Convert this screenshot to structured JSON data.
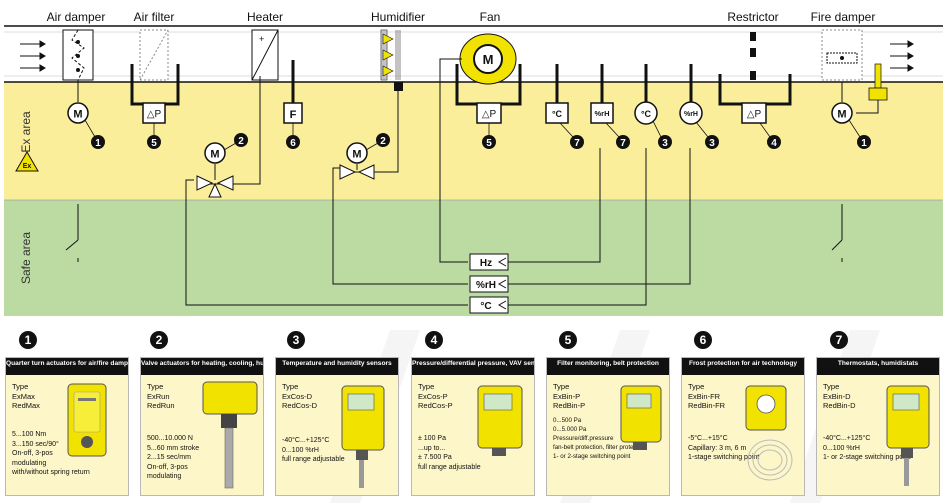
{
  "components": {
    "air_damper": "Air damper",
    "air_filter": "Air filter",
    "heater": "Heater",
    "humidifier": "Humidifier",
    "fan": "Fan",
    "restrictor": "Restrictor",
    "fire_damper": "Fire damper"
  },
  "zones": {
    "ex_area": "Ex area",
    "safe_area": "Safe area",
    "ex_symbol": "Ex"
  },
  "symbols": {
    "motor": "M",
    "diff_pressure": "△P",
    "frost": "F",
    "temp": "°C",
    "humidity": "%rH",
    "temp_round": "°C",
    "humidity_round": "%rH",
    "hz": "Hz",
    "plus": "+"
  },
  "badges": {
    "b1": "1",
    "b2": "2",
    "b3": "3",
    "b4": "4",
    "b5": "5",
    "b6": "6",
    "b7": "7"
  },
  "cards": [
    {
      "number": "1",
      "title": "Quarter turn actuators for air/fire dampers",
      "type_label": "Type",
      "types": [
        "ExMax",
        "RedMax"
      ],
      "specs": [
        "5...100 Nm",
        "3...150 sec/90°",
        "On-off, 3-pos",
        "modulating",
        "with/without spring return"
      ]
    },
    {
      "number": "2",
      "title": "Valve actuators for heating, cooling, humidif.",
      "type_label": "Type",
      "types": [
        "ExRun",
        "RedRun"
      ],
      "specs": [
        "500...10.000 N",
        "5...60 mm stroke",
        "2...15 sec/mm",
        "On-off, 3-pos",
        "modulating"
      ]
    },
    {
      "number": "3",
      "title": "Temperature and humidity sensors",
      "type_label": "Type",
      "types": [
        "ExCos-D",
        "RedCos-D"
      ],
      "specs": [
        "-40°C...+125°C",
        "0...100 %rH",
        "full range adjustable"
      ]
    },
    {
      "number": "4",
      "title": "Pressure/differential pressure, VAV sensors",
      "type_label": "Type",
      "types": [
        "ExCos-P",
        "RedCos-P"
      ],
      "specs": [
        "± 100 Pa",
        "...up to...",
        "± 7.500 Pa",
        "full range adjustable"
      ]
    },
    {
      "number": "5",
      "title": "Filter monitoring, belt protection",
      "type_label": "Type",
      "types": [
        "ExBin-P",
        "RedBin-P"
      ],
      "specs": [
        "0...500 Pa",
        "0...5.000 Pa",
        "Pressure/diff.pressure",
        "fan-belt protection, filter protection",
        "1- or 2-stage switching point"
      ]
    },
    {
      "number": "6",
      "title": "Frost protection for air technology",
      "type_label": "Type",
      "types": [
        "ExBin-FR",
        "RedBin-FR"
      ],
      "specs": [
        "-5°C...+15°C",
        "Capillary: 3 m, 6 m",
        "1-stage switching point"
      ]
    },
    {
      "number": "7",
      "title": "Thermostats, humidistats",
      "type_label": "Type",
      "types": [
        "ExBin-D",
        "RedBin-D"
      ],
      "specs": [
        "-40°C...+125°C",
        "0...100 %rH",
        "1- or 2-stage switching point"
      ]
    }
  ],
  "colors": {
    "ex_area": "#fbee9b",
    "safe_area": "#bcdba2",
    "duct": "#ffffff",
    "accent": "#f2e200",
    "line": "#111111"
  }
}
